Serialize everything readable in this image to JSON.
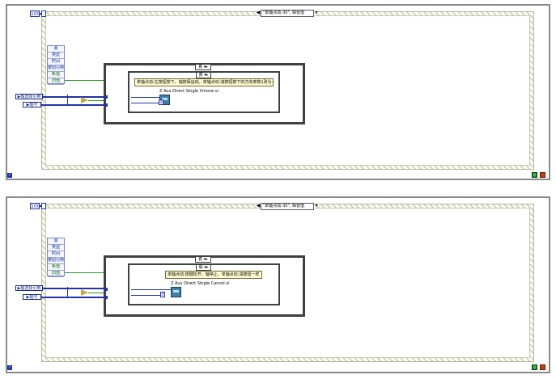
{
  "panels": [
    {
      "loop_count": "100",
      "selector_label": "\"单轴点动-30\", 缺省值",
      "unbundle_fields": [
        "源",
        "类型",
        "时间",
        "按钮引用",
        "新值",
        "旧值"
      ],
      "controls": [
        "轴选择引用",
        "轴号"
      ],
      "outer_case_label": "真",
      "inner_case_label": "真",
      "comment": "单轴点动:左按钮按下，轴按保运动，单轴点动:减按钮按下的方向参数1改为-1",
      "subvi_title": "Z Aux Direct Single Vmove.vi",
      "const_value": "0"
    },
    {
      "loop_count": "100",
      "selector_label": "\"单轴点动-30\", 缺省值",
      "unbundle_fields": [
        "源",
        "类型",
        "时间",
        "按钮引用",
        "新值",
        "旧值"
      ],
      "controls": [
        "轴选择引用",
        "轴号"
      ],
      "outer_case_label": "真",
      "inner_case_label": "假",
      "comment": "单轴点动:按键松开，轴停止，单轴点动:减按钮一样",
      "subvi_title": "Z Aux Direct Single Cancel.vi",
      "const_value": "0"
    }
  ],
  "iteration_symbol": "i",
  "condition_symbol": "0",
  "selector_arrow_left": "◀",
  "selector_arrow_right": "▶",
  "selector_dropdown": "▾",
  "case_arrow": "▾▸",
  "control_glyph": "▶",
  "colors": {
    "frame_border": "#8a8a8a",
    "stripe": "#d7d7bd",
    "wire_blue": "#2233aa",
    "wire_green": "#2a9a2a",
    "comment_bg": "#fffccf",
    "subvi": "#3f7fa8"
  }
}
